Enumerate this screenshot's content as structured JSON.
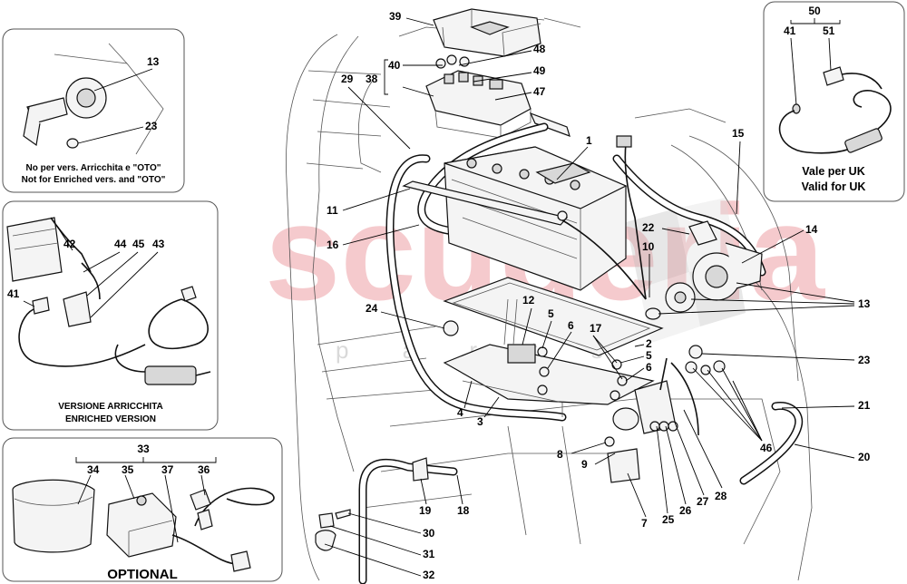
{
  "watermark": {
    "main": "scuderia",
    "sub": "p a r t s"
  },
  "insets": {
    "top_left": {
      "note_it": "No per vers. Arricchita e \"OTO\"",
      "note_en": "Not for Enriched vers. and \"OTO\""
    },
    "mid_left": {
      "caption_it": "VERSIONE ARRICCHITA",
      "caption_en": "ENRICHED VERSION"
    },
    "bottom_left": {
      "caption": "OPTIONAL"
    },
    "top_right": {
      "caption_it": "Vale per UK",
      "caption_en": "Valid for UK"
    }
  },
  "callouts": [
    {
      "n": "13"
    },
    {
      "n": "23"
    },
    {
      "n": "42"
    },
    {
      "n": "44"
    },
    {
      "n": "45"
    },
    {
      "n": "43"
    },
    {
      "n": "41"
    },
    {
      "n": "33"
    },
    {
      "n": "34"
    },
    {
      "n": "35"
    },
    {
      "n": "37"
    },
    {
      "n": "36"
    },
    {
      "n": "50"
    },
    {
      "n": "41"
    },
    {
      "n": "51"
    },
    {
      "n": "39"
    },
    {
      "n": "48"
    },
    {
      "n": "40"
    },
    {
      "n": "38"
    },
    {
      "n": "29"
    },
    {
      "n": "49"
    },
    {
      "n": "47"
    },
    {
      "n": "1"
    },
    {
      "n": "15"
    },
    {
      "n": "11"
    },
    {
      "n": "16"
    },
    {
      "n": "22"
    },
    {
      "n": "14"
    },
    {
      "n": "10"
    },
    {
      "n": "13"
    },
    {
      "n": "24"
    },
    {
      "n": "12"
    },
    {
      "n": "5"
    },
    {
      "n": "6"
    },
    {
      "n": "17"
    },
    {
      "n": "2"
    },
    {
      "n": "5"
    },
    {
      "n": "23"
    },
    {
      "n": "6"
    },
    {
      "n": "4"
    },
    {
      "n": "3"
    },
    {
      "n": "21"
    },
    {
      "n": "46"
    },
    {
      "n": "8"
    },
    {
      "n": "9"
    },
    {
      "n": "20"
    },
    {
      "n": "28"
    },
    {
      "n": "27"
    },
    {
      "n": "26"
    },
    {
      "n": "25"
    },
    {
      "n": "7"
    },
    {
      "n": "19"
    },
    {
      "n": "18"
    },
    {
      "n": "30"
    },
    {
      "n": "31"
    },
    {
      "n": "32"
    }
  ]
}
